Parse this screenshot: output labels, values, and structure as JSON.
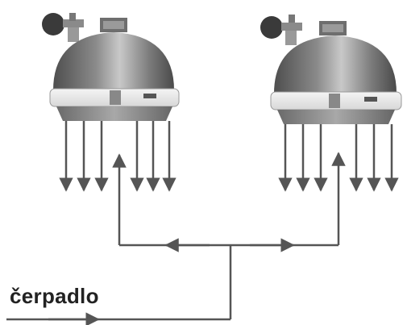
{
  "diagram": {
    "label": "čerpadlo",
    "components": [
      {
        "name": "manifold-left",
        "outlet_count": 6
      },
      {
        "name": "manifold-right",
        "outlet_count": 6
      }
    ],
    "colors": {
      "ink": "#555555",
      "body_dark": "#5a5a5a",
      "body_light": "#bdbdbd",
      "band": "#e9e9e9",
      "valve_knob": "#3a3a3a"
    }
  }
}
